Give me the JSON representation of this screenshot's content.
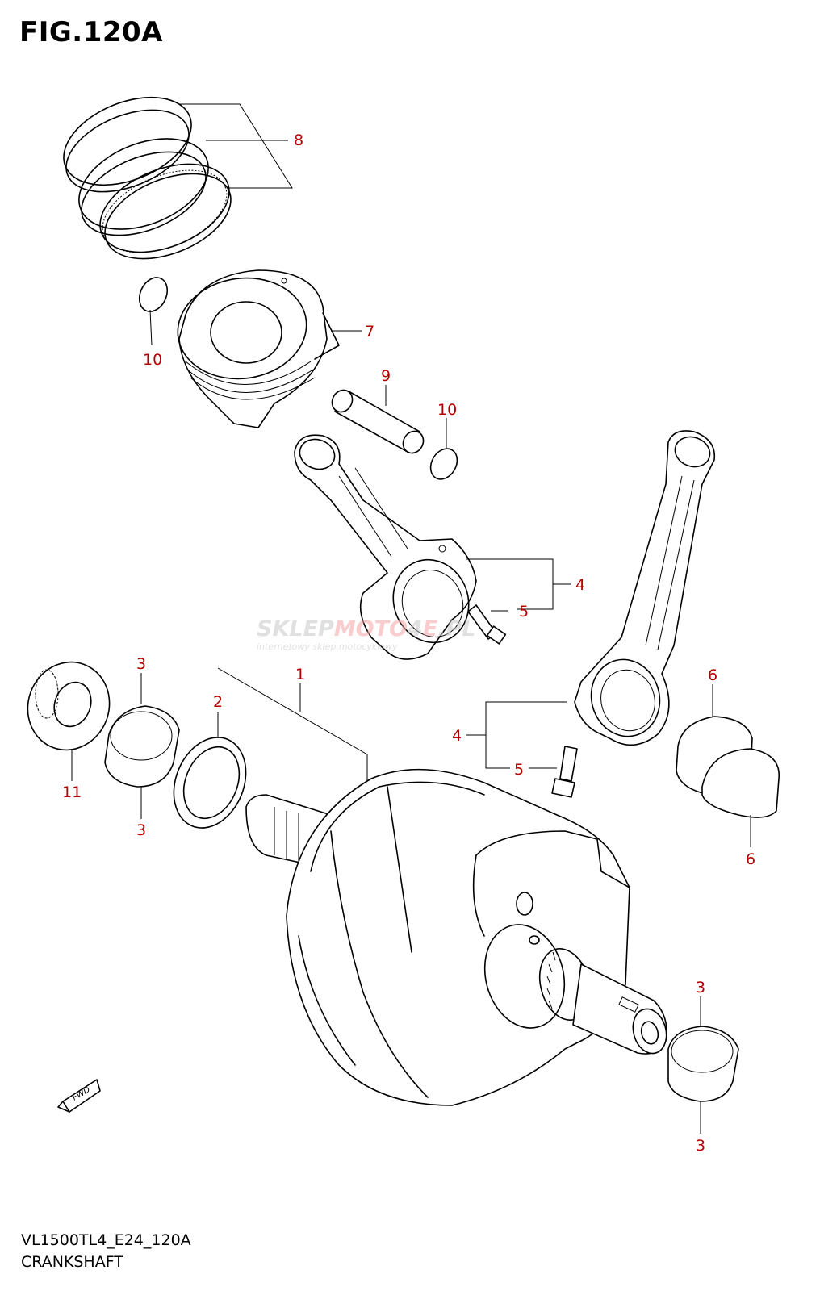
{
  "figure": {
    "title": "FIG.120A",
    "code": "VL1500TL4_E24_120A",
    "name": "CRANKSHAFT"
  },
  "watermark": {
    "brand_a": "SKLEP",
    "brand_b": "MOTO",
    "brand_c": "4",
    "brand_d": "E",
    "brand_e": ".PL",
    "tagline": "internetowy sklep motocyklowy"
  },
  "direction_badge": "FWD",
  "callouts": {
    "c1": "1",
    "c2": "2",
    "c3a": "3",
    "c3b": "3",
    "c3c": "3",
    "c3d": "3",
    "c4a": "4",
    "c4b": "4",
    "c5a": "5",
    "c5b": "5",
    "c6a": "6",
    "c6b": "6",
    "c7": "7",
    "c8": "8",
    "c9": "9",
    "c10a": "10",
    "c10b": "10",
    "c11": "11"
  },
  "colors": {
    "callout": "#b30000",
    "line": "#000000",
    "watermark": "#c8c8c8",
    "watermark_accent": "#f5a5a5"
  }
}
